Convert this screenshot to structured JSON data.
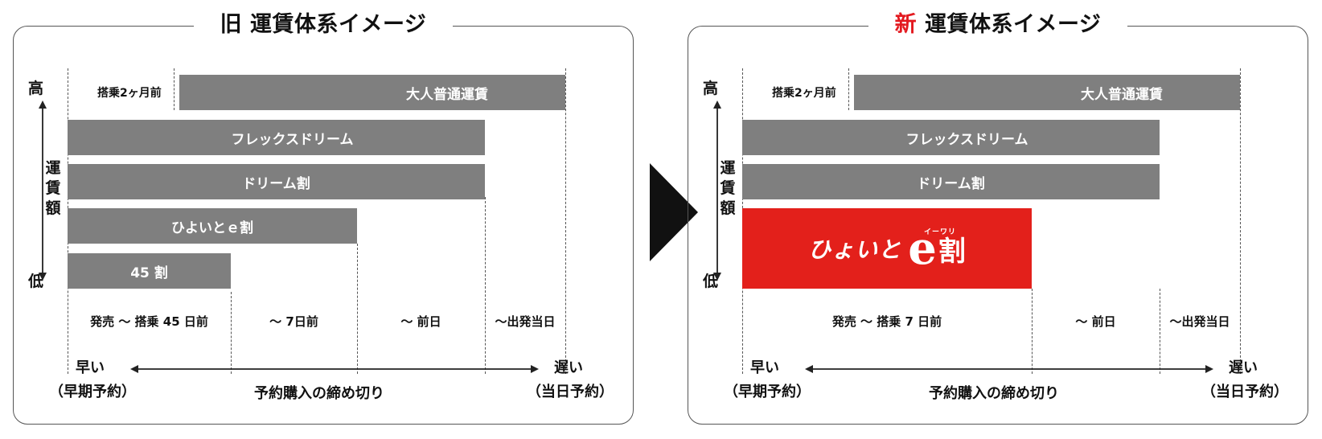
{
  "old_panel": {
    "title": "旧 運賃体系イメージ",
    "y_axis": {
      "high": "高",
      "label": "運賃額",
      "low": "低"
    },
    "advance_label": "搭乗2ヶ月前",
    "bars": [
      {
        "label": "大人普通運賃"
      },
      {
        "label": "フレックスドリーム"
      },
      {
        "label": "ドリーム割"
      },
      {
        "label": "ひよいとｅ割"
      },
      {
        "label": "45 割"
      }
    ],
    "x_ticks": [
      "発売 〜 搭乗 45 日前",
      "〜 7日前",
      "〜 前日",
      "〜出発当日"
    ],
    "x_axis": {
      "early": "早い",
      "early_sub": "（早期予約）",
      "late": "遅い",
      "late_sub": "（当日予約）",
      "label": "予約購入の締め切り"
    }
  },
  "new_panel": {
    "title_accent": "新",
    "title_rest": " 運賃体系イメージ",
    "y_axis": {
      "high": "高",
      "label": "運賃額",
      "low": "低"
    },
    "advance_label": "搭乗2ヶ月前",
    "bars": [
      {
        "label": "大人普通運賃"
      },
      {
        "label": "フレックスドリーム"
      },
      {
        "label": "ドリーム割"
      }
    ],
    "brand": {
      "script": "ひょいと",
      "e": "e",
      "wari": "割",
      "ruby": "イーワリ"
    },
    "x_ticks": [
      "発売 〜 搭乗 7 日前",
      "〜 前日",
      "〜出発当日"
    ],
    "x_axis": {
      "early": "早い",
      "early_sub": "（早期予約）",
      "late": "遅い",
      "late_sub": "（当日予約）",
      "label": "予約購入の締め切り"
    }
  },
  "colors": {
    "bar_gray": "#7f7f7f",
    "brand_red": "#e3201b",
    "accent_red": "#e3191f"
  }
}
